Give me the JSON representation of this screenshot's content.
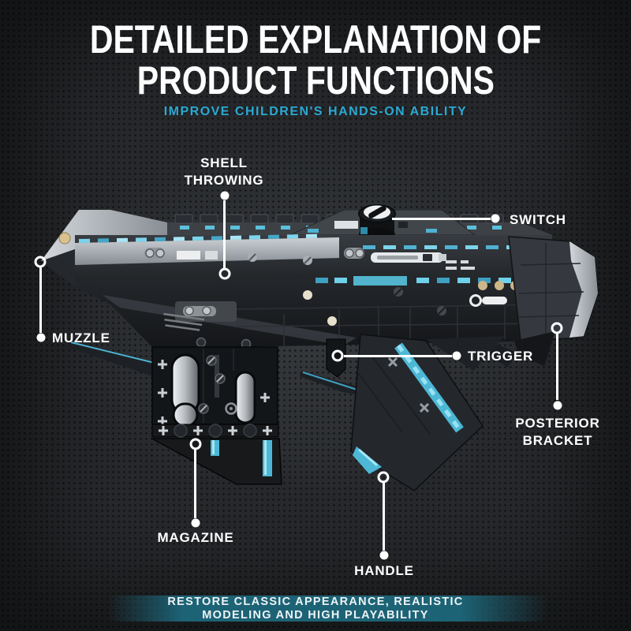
{
  "header": {
    "title_line1": "DETAILED EXPLANATION OF",
    "title_line2": "PRODUCT FUNCTIONS",
    "subtitle": "IMPROVE CHILDREN'S HANDS-ON ABILITY"
  },
  "callouts": {
    "shell_throwing": {
      "label": "SHELL\nTHROWING"
    },
    "switch": {
      "label": "SWITCH"
    },
    "muzzle": {
      "label": "MUZZLE"
    },
    "trigger": {
      "label": "TRIGGER"
    },
    "posterior_bracket": {
      "label": "POSTERIOR\nBRACKET"
    },
    "magazine": {
      "label": "MAGAZINE"
    },
    "handle": {
      "label": "HANDLE"
    }
  },
  "banner": {
    "line1": "RESTORE CLASSIC APPEARANCE, REALISTIC",
    "line2": "MODELING AND HIGH PLAYABILITY"
  },
  "colors": {
    "background": "#27292c",
    "subtitle_cyan": "#2ba9d2",
    "banner_teal": "#1d6376",
    "gun_accent_cyan": "#57c3de",
    "label_white": "#ffffff",
    "gold_stud": "#d9c28e"
  }
}
